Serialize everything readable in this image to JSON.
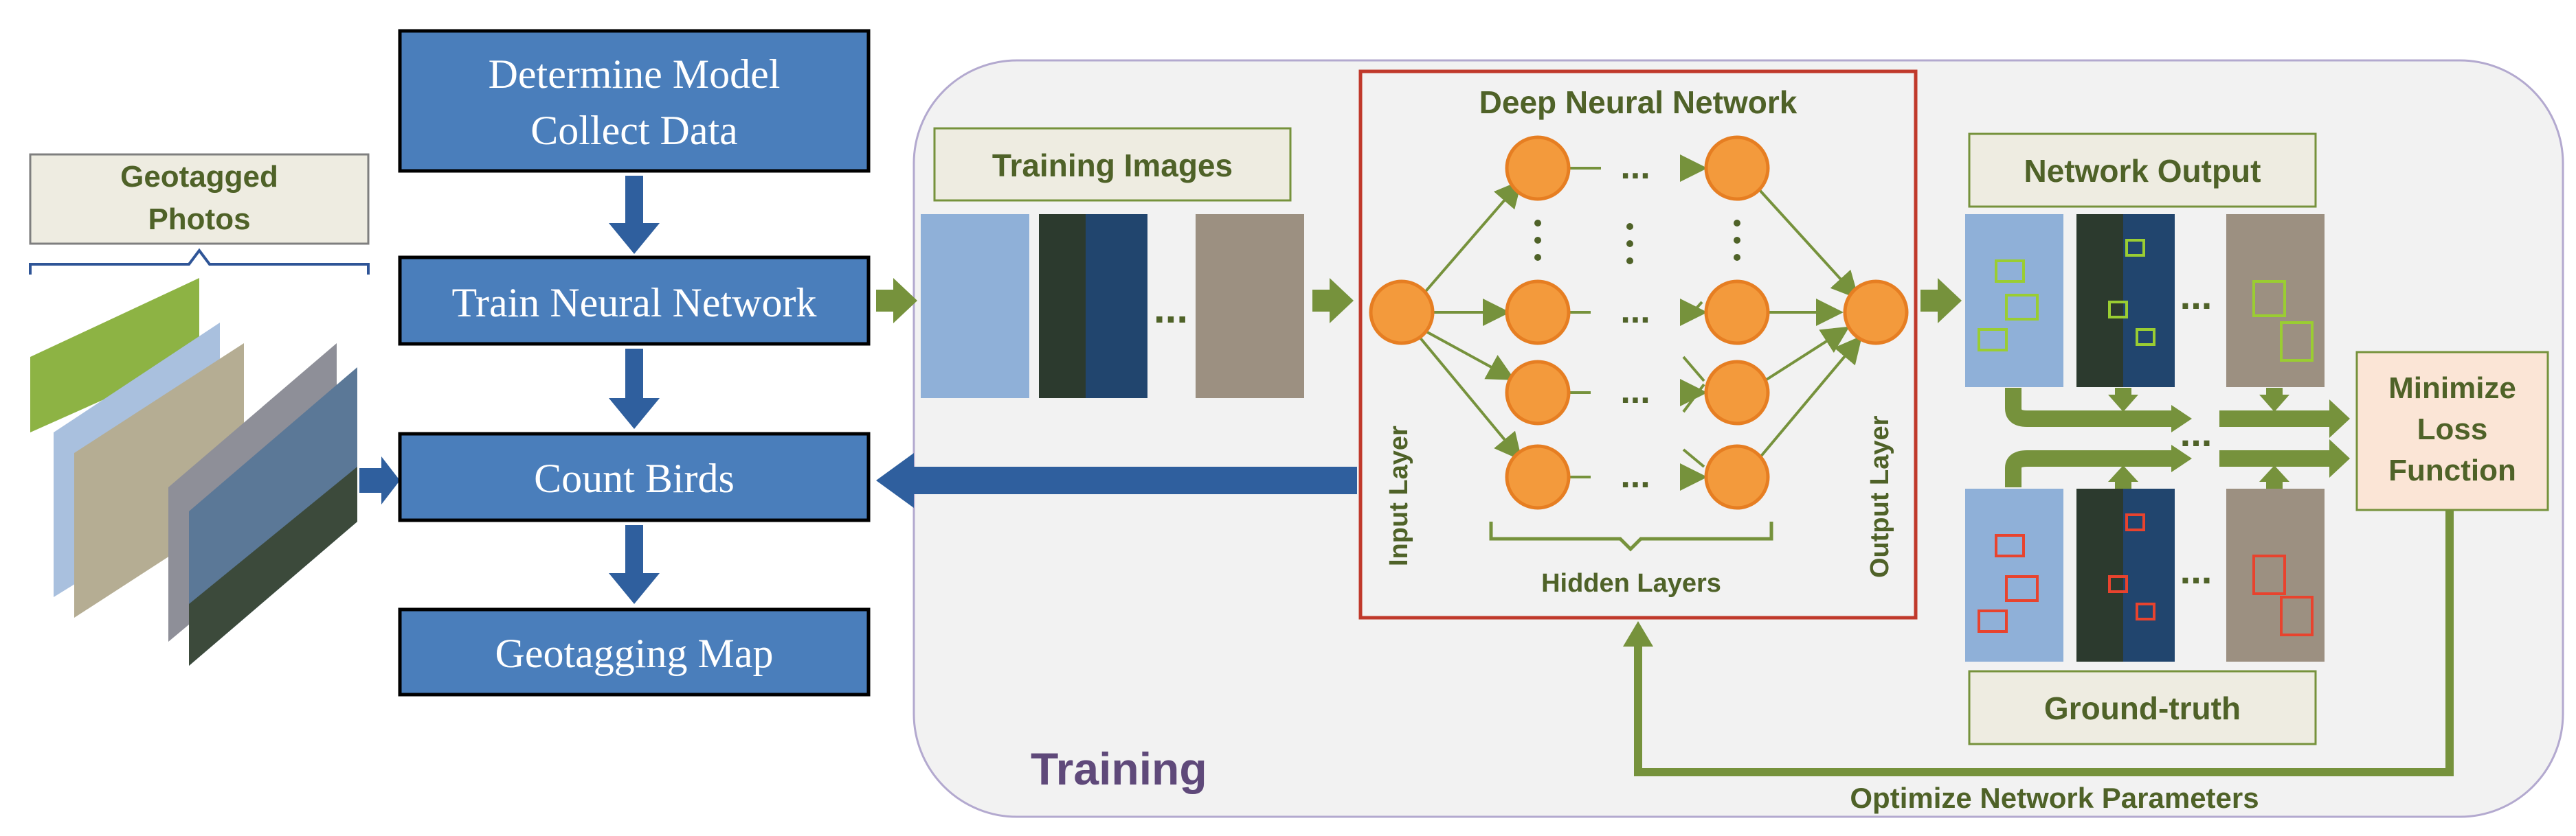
{
  "geotagged": {
    "label_line1": "Geotagged",
    "label_line2": "Photos"
  },
  "pipeline": {
    "step1_line1": "Determine Model",
    "step1_line2": "Collect Data",
    "step2": "Train Neural Network",
    "step3": "Count Birds",
    "step4": "Geotagging Map"
  },
  "training": {
    "title": "Training",
    "images_label": "Training Images",
    "ellipsis": "...",
    "dnn_title": "Deep Neural Network",
    "input_layer": "Input Layer",
    "output_layer": "Output Layer",
    "hidden_layers": "Hidden Layers",
    "network_output": "Network Output",
    "ground_truth": "Ground-truth",
    "loss_line1": "Minimize",
    "loss_line2": "Loss",
    "loss_line3": "Function",
    "optimize": "Optimize Network Parameters"
  },
  "colors": {
    "pipeline_blue": "#4a7ebb",
    "arrow_blue": "#2f5f9e",
    "arrow_green": "#76923c",
    "node_orange": "#f39a3c",
    "dnn_border": "#c0392b",
    "label_green_text": "#4f6228",
    "training_title": "#5f497a",
    "loss_box_fill": "#fbe5d6",
    "output_box": "#9acd32",
    "truth_box": "#e8432e"
  }
}
